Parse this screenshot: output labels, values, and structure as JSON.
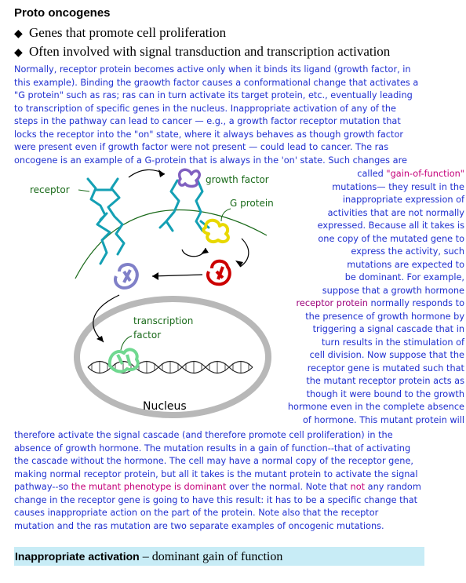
{
  "title": "Proto oncogenes",
  "bullets": [
    "Genes that promote cell proliferation",
    "Often involved with signal transduction and transcription activation"
  ],
  "para1": [
    "Normally, receptor protein becomes active only when it binds its ligand (growth factor, in",
    "this example).  Binding the graowth factor causes a conformational change that activates a",
    "\"G protein\" such as ras; ras can in turn activate its target protein, etc., eventually leading",
    "to transcription of specific genes in the nucleus.  Inappropriate activation of any of the",
    "steps in the pathway can lead to cancer — e.g., a growth factor receptor mutation that",
    "locks the receptor into the \"on\" state, where it always behaves as though growth factor",
    "were present even if growth factor were not present — could lead to cancer.  The ras",
    "oncogene is an example of a G-protein that is always in the 'on' state. Such changes are"
  ],
  "col": {
    "l1_pre": "called ",
    "l1_hl": "\"gain-of-function\"",
    "lines_a": [
      "mutations— they result in the",
      "inappropriate expression of",
      "activities that are not normally",
      "expressed.  Because all it takes is",
      "one copy of the mutated gene to",
      "express the activity, such",
      "mutations are expected to",
      "be dominant.  For example,",
      "suppose that a growth hormone"
    ],
    "hl_line_hl": "receptor protein",
    "hl_line_post": " normally responds to",
    "lines_b": [
      "the presence of growth hormone by",
      "triggering a signal cascade that in",
      "turn results in the stimulation of",
      "cell division.  Now suppose that the",
      "receptor gene is mutated such that",
      "the mutant receptor protein acts as",
      "though it were bound to the growth",
      "hormone even in the complete absence",
      "of hormone.  This mutant protein will"
    ]
  },
  "para3": {
    "lines_a": [
      "therefore activate the signal cascade (and therefore promote cell proliferation) in the",
      "absence of growth hormone.  The mutation results in a gain of function--that of activating",
      "the cascade without the hormone.  The cell may have a normal copy of the receptor gene,",
      "making normal receptor protein, but all it takes is the mutant protein to activate the signal"
    ],
    "l5_pre": "pathway--so ",
    "l5_hl": "the mutant phenotype is dominant",
    "l5_mid": " over the normal.  Note that ",
    "l5_not": "not",
    "l5_post": " any random",
    "lines_b": [
      "change in the receptor gene is going to have this result: it has to be a specific change that",
      "causes inappropriate action on the part of the protein.  Note also that the receptor",
      "mutation and the ras mutation are two separate examples of oncogenic mutations."
    ]
  },
  "diagram": {
    "receptor": "receptor",
    "growth_factor": "growth factor",
    "g_protein": "G protein",
    "tf1": "transcription",
    "tf2": "factor",
    "nucleus": "Nucleus"
  },
  "footer": {
    "strong": "Inappropriate activation",
    "rest": " – dominant gain of function"
  },
  "colors": {
    "text_blue": "#1f2fd0",
    "highlight_red": "#c4007a",
    "label_green": "#1a6a1a",
    "receptor_teal": "#14a0b4",
    "ras_yellow": "#e8d800",
    "protein_red": "#cc0000",
    "protein_purple": "#8080c8",
    "tf_green": "#70d890",
    "footer_bg": "#c8ecf6"
  }
}
